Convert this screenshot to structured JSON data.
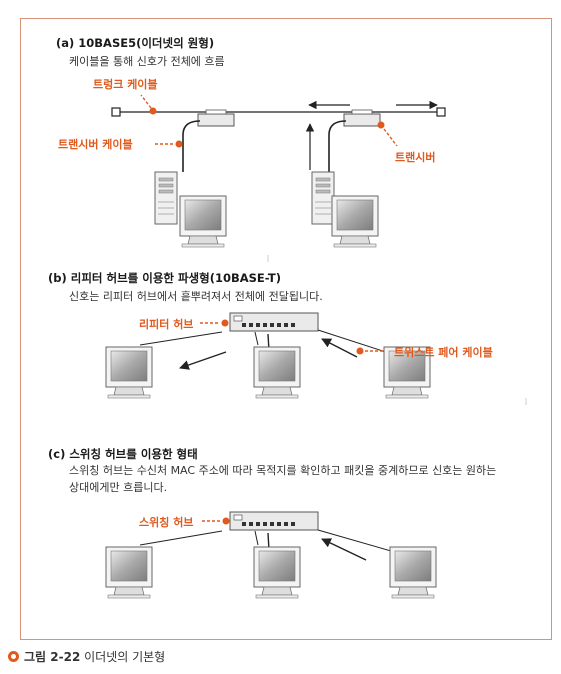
{
  "sections": {
    "a": {
      "heading": "(a) 10BASE5(이더넷의 원형)",
      "description": "케이블을 통해 신호가 전체에 흐름",
      "label_trunk": "트렁크 케이블",
      "label_transceiver_cable": "트랜시버 케이블",
      "label_transceiver": "트랜시버"
    },
    "b": {
      "heading": "(b) 리피터 허브를 이용한 파생형(10BASE-T)",
      "description": "신호는 리피터 허브에서 흩뿌려져서 전체에 전달됩니다.",
      "label_hub": "리피터 허브",
      "label_twisted_pair": "트위스트 페어 케이블"
    },
    "c": {
      "heading": "(c) 스위칭 허브를 이용한 형태",
      "description": "스위칭 허브는 수신처 MAC 주소에 따라 목적지를 확인하고 패킷을 중계하므로 신호는 원하는 상대에게만 흐릅니다.",
      "label_switch": "스위칭 허브"
    }
  },
  "caption": {
    "figure": "그림 2-22",
    "text": "이더넷의 기본형"
  },
  "colors": {
    "accent": "#e05a1e",
    "frame": "#d8927a"
  }
}
